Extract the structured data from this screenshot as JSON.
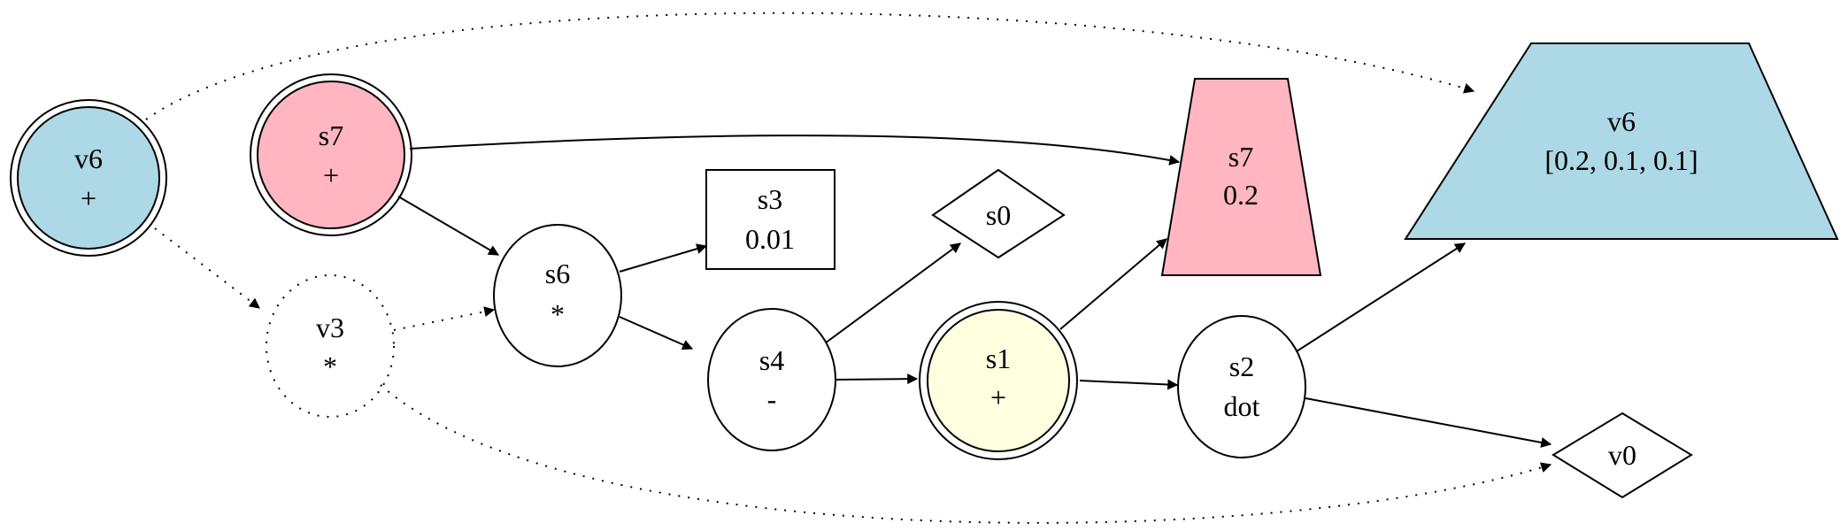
{
  "colors": {
    "blue": "#add8e6",
    "pink": "#ffb6c1",
    "yellow": "#ffffe0",
    "white": "#ffffff",
    "stroke": "#000000"
  },
  "nodes": {
    "v6_op": {
      "name": "v6",
      "value": "+"
    },
    "s7_op": {
      "name": "s7",
      "value": "+"
    },
    "v3_op": {
      "name": "v3",
      "value": "*"
    },
    "s6_op": {
      "name": "s6",
      "value": "*"
    },
    "s3_val": {
      "name": "s3",
      "value": "0.01"
    },
    "s0_val": {
      "name": "s0"
    },
    "s4_op": {
      "name": "s4",
      "value": "-"
    },
    "s1_op": {
      "name": "s1",
      "value": "+"
    },
    "s7_val": {
      "name": "s7",
      "value": "0.2"
    },
    "s2_op": {
      "name": "s2",
      "value": "dot"
    },
    "v6_val": {
      "name": "v6",
      "value": "[0.2, 0.1, 0.1]"
    },
    "v0_val": {
      "name": "v0"
    }
  }
}
